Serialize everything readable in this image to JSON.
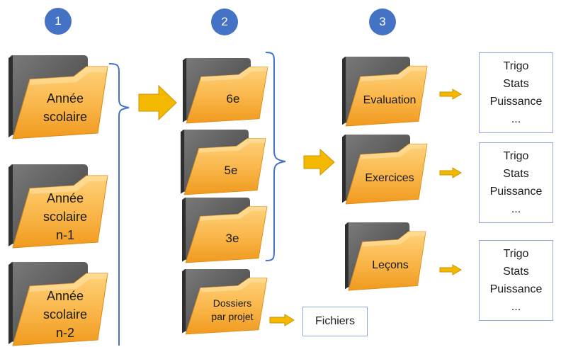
{
  "steps": [
    "1",
    "2",
    "3"
  ],
  "column1": {
    "folders": [
      {
        "lines": [
          "Année",
          "scolaire"
        ]
      },
      {
        "lines": [
          "Année",
          "scolaire",
          "n-1"
        ]
      },
      {
        "lines": [
          "Année",
          "scolaire",
          "n-2"
        ]
      }
    ]
  },
  "column2": {
    "folders": [
      {
        "lines": [
          "6e"
        ]
      },
      {
        "lines": [
          "5e"
        ]
      },
      {
        "lines": [
          "3e"
        ]
      },
      {
        "lines": [
          "Dossiers",
          "par projet"
        ]
      }
    ],
    "fichiers_label": "Fichiers"
  },
  "column3": {
    "folders": [
      {
        "lines": [
          "Evaluation"
        ]
      },
      {
        "lines": [
          "Exercices"
        ]
      },
      {
        "lines": [
          "Leçons"
        ]
      }
    ]
  },
  "topic_boxes": [
    {
      "lines": [
        "Trigo",
        "Stats",
        "Puissance",
        "..."
      ]
    },
    {
      "lines": [
        "Trigo",
        "Stats",
        "Puissance",
        "..."
      ]
    },
    {
      "lines": [
        "Trigo",
        "Stats",
        "Puissance",
        "..."
      ]
    }
  ],
  "colors": {
    "badge": "#4472c4",
    "folder_front": "#f7a935",
    "folder_back": "#595959",
    "arrow_fill": "#f5b800",
    "brace": "#4472c4"
  }
}
